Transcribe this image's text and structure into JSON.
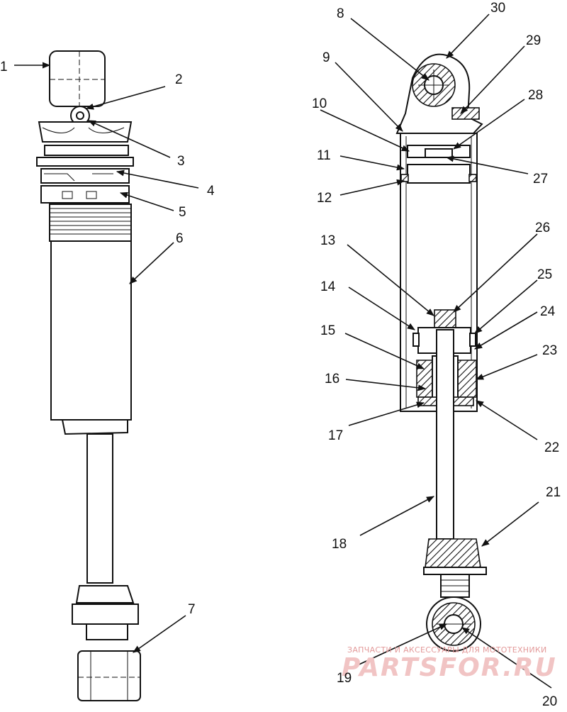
{
  "diagram": {
    "callouts": {
      "c1": "1",
      "c2": "2",
      "c3": "3",
      "c4": "4",
      "c5": "5",
      "c6": "6",
      "c7": "7",
      "c8": "8",
      "c9": "9",
      "c10": "10",
      "c11": "11",
      "c12": "12",
      "c13": "13",
      "c14": "14",
      "c15": "15",
      "c16": "16",
      "c17": "17",
      "c18": "18",
      "c19": "19",
      "c20": "20",
      "c21": "21",
      "c22": "22",
      "c23": "23",
      "c24": "24",
      "c25": "25",
      "c26": "26",
      "c27": "27",
      "c28": "28",
      "c29": "29",
      "c30": "30"
    },
    "watermark": {
      "tagline": "ЗАПЧАСТИ И АКСЕССУАРЫ ДЛЯ МОТОТЕХНИКИ",
      "brand": "PARTSFOR.RU"
    }
  }
}
